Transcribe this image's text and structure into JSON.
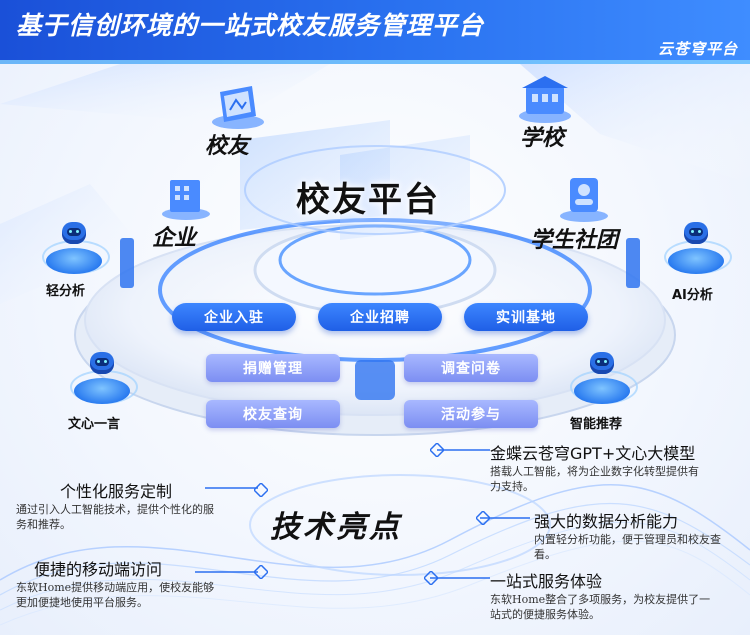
{
  "header": {
    "title": "基于信创环境的一站式校友服务管理平台",
    "subtitle": "云苍穹平台"
  },
  "platform": {
    "center_label": "校友平台",
    "nodes": {
      "alumni": "校友",
      "school": "学校",
      "enterprise": "企业",
      "student_club": "学生社团"
    },
    "robots": {
      "light_analysis": "轻分析",
      "ai_analysis": "AI分析",
      "wenxin": "文心一言",
      "smart_recommend": "智能推荐"
    },
    "blue_chips": [
      "企业入驻",
      "企业招聘",
      "实训基地"
    ],
    "purple_chips": [
      "捐赠管理",
      "调查问卷",
      "校友查询",
      "活动参与"
    ]
  },
  "highlights": {
    "title": "技术亮点",
    "left": [
      {
        "title": "个性化服务定制",
        "desc": "通过引入人工智能技术，提供个性化的服务和推荐。"
      },
      {
        "title": "便捷的移动端访问",
        "desc": "东软Home提供移动端应用，使校友能够更加便捷地使用平台服务。"
      }
    ],
    "right": [
      {
        "title": "金蝶云苍穹GPT+文心大模型",
        "desc": "搭载人工智能，将为企业数字化转型提供有力支持。"
      },
      {
        "title": "强大的数据分析能力",
        "desc": "内置轻分析功能，便于管理员和校友查看。"
      },
      {
        "title": "一站式服务体验",
        "desc": "东软Home整合了多项服务，为校友提供了一站式的便捷服务体验。"
      }
    ]
  },
  "colors": {
    "header_blue": "#1a50d8",
    "accent_blue": "#2b6ff0",
    "chip_purple": "#8a9af5"
  }
}
